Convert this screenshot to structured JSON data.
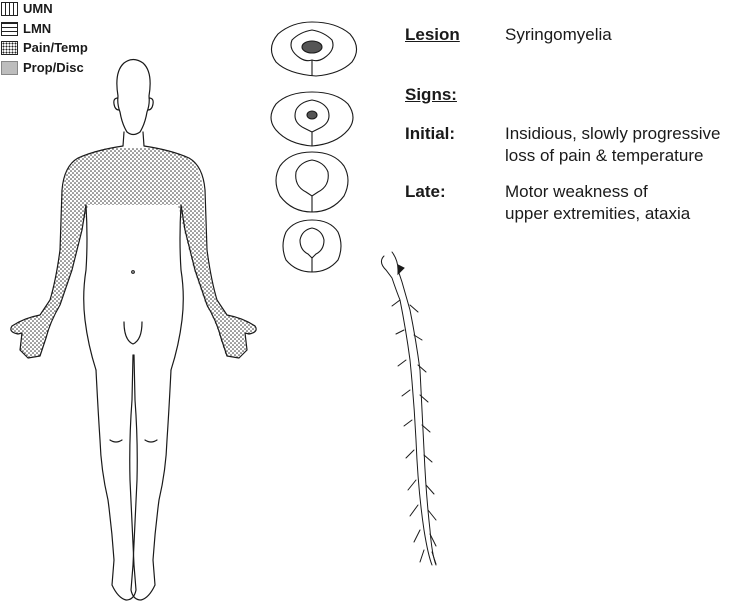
{
  "legend": {
    "items": [
      {
        "key": "umn",
        "label": "UMN"
      },
      {
        "key": "lmn",
        "label": "LMN"
      },
      {
        "key": "pain",
        "label": "Pain/Temp"
      },
      {
        "key": "prop",
        "label": "Prop/Disc"
      }
    ]
  },
  "lesion": {
    "heading": "Lesion",
    "value": "Syringomyelia"
  },
  "signs": {
    "heading": "Signs:",
    "initial_label": "Initial:",
    "initial_line1": "Insidious, slowly progressive",
    "initial_line2": "loss of pain & temperature",
    "late_label": "Late:",
    "late_line1": "Motor weakness of",
    "late_line2": "upper extremities, ataxia"
  },
  "colors": {
    "line": "#1a1a1a",
    "lesion_fill": "#555555",
    "prop_fill": "#bdbdbd"
  },
  "icons": [
    "human-body-figure",
    "spinal-cord-section",
    "spinal-cord-longitudinal"
  ]
}
